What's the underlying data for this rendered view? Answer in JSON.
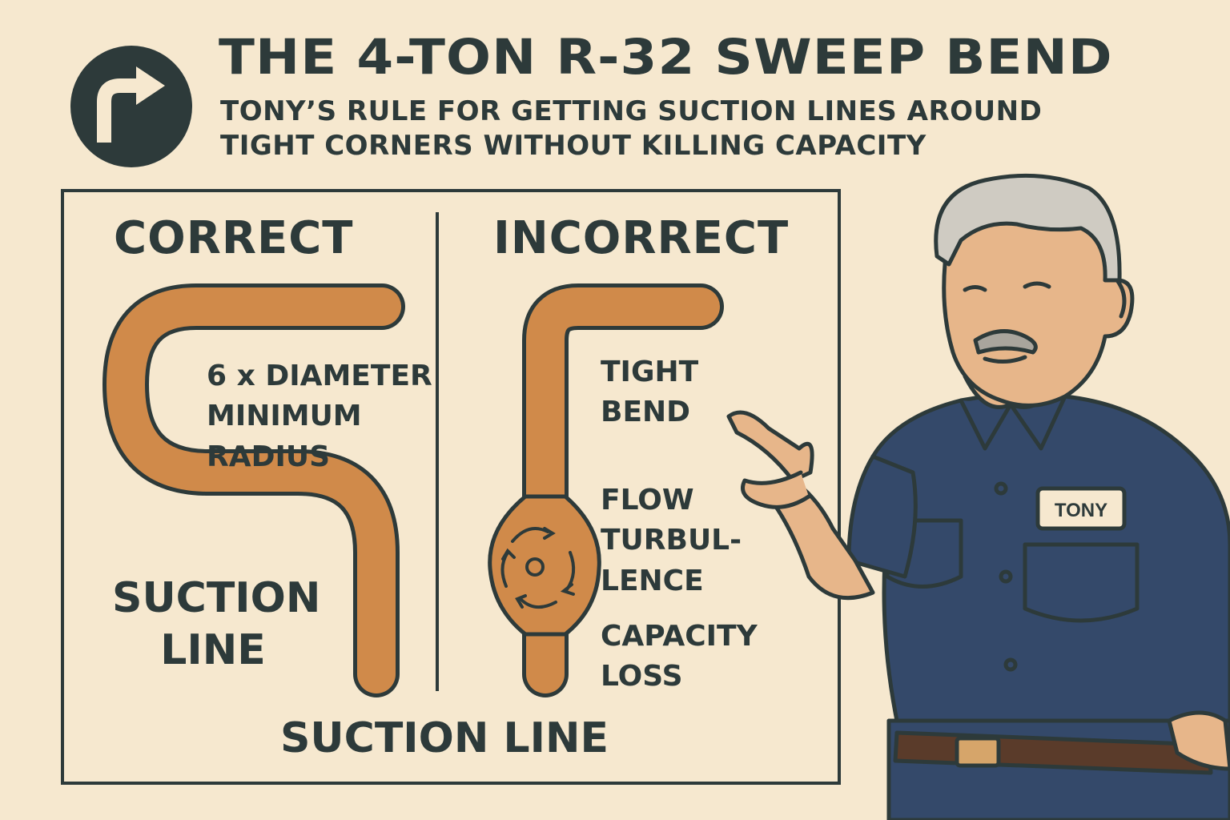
{
  "header": {
    "title": "THE 4-TON R-32 SWEEP BEND",
    "subtitle": "TONY’S RULE FOR GETTING SUCTION LINES AROUND TIGHT CORNERS WITHOUT KILLING CAPACITY",
    "logo_icon": "turn-right-arrow-icon"
  },
  "correct": {
    "heading": "CORRECT",
    "radius_note": [
      "6 x DIAMETER",
      "MINIMUM",
      "RADIUS"
    ],
    "pipe_label": [
      "SUCTION",
      "LINE"
    ]
  },
  "incorrect": {
    "heading": "INCORRECT",
    "bend_note": [
      "TIGHT",
      "BEND"
    ],
    "flow_note": [
      "FLOW",
      "TURBUL-",
      "LENCE"
    ],
    "capacity_note": [
      "CAPACITY",
      "LOSS"
    ]
  },
  "footer_label": "SUCTION LINE",
  "technician": {
    "name_tag": "TONY"
  },
  "colors": {
    "background": "#f6e8cf",
    "ink": "#2d3a3a",
    "copper": "#d08a4a",
    "shirt": "#34496a",
    "skin": "#e7b68a"
  }
}
